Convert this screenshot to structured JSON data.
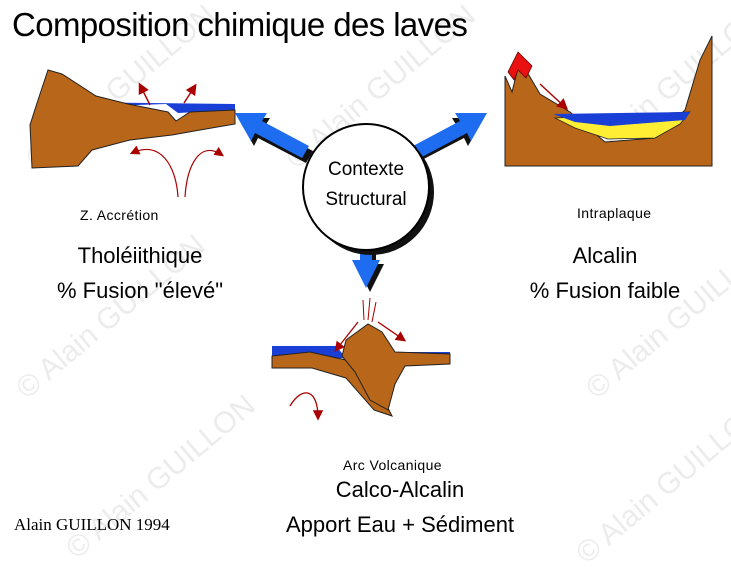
{
  "title": "Composition chimique des laves",
  "center": {
    "line1": "Contexte",
    "line2": "Structural"
  },
  "accretion": {
    "label": "Z. Accrétion",
    "type": "Tholéiithique",
    "fusion": "% Fusion \"élevé\""
  },
  "intraplate": {
    "label": "Intraplaque",
    "type": "Alcalin",
    "fusion": "% Fusion faible"
  },
  "arc": {
    "label": "Arc Volcanique",
    "type": "Calco-Alcalin",
    "detail": "Apport Eau + Sédiment"
  },
  "credit": "Alain GUILLON 1994",
  "watermark": "© Alain GUILLON",
  "colors": {
    "crust": "#b8661a",
    "ocean": "#1a3fd6",
    "sediment": "#ffee33",
    "magma": "#e81010",
    "arrow": "#1e6cf0"
  }
}
